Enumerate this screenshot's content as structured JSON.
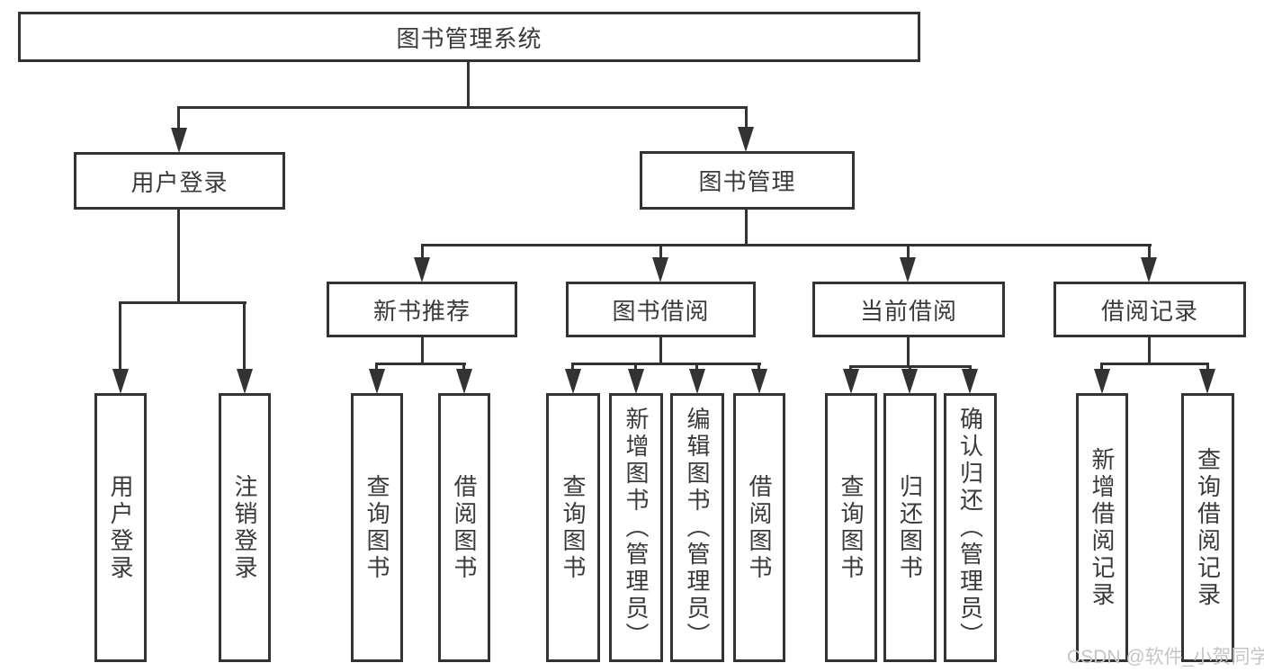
{
  "diagram": {
    "root": {
      "label": "图书管理系统",
      "children": [
        {
          "label": "用户登录",
          "children": [
            {
              "label": "用户登录"
            },
            {
              "label": "注销登录"
            }
          ]
        },
        {
          "label": "图书管理",
          "children": [
            {
              "label": "新书推荐",
              "children": [
                {
                  "label": "查询图书"
                },
                {
                  "label": "借阅图书"
                }
              ]
            },
            {
              "label": "图书借阅",
              "children": [
                {
                  "label": "查询图书"
                },
                {
                  "label": "新增图书（管理员）"
                },
                {
                  "label": "编辑图书（管理员）"
                },
                {
                  "label": "借阅图书"
                }
              ]
            },
            {
              "label": "当前借阅",
              "children": [
                {
                  "label": "查询图书"
                },
                {
                  "label": "归还图书"
                },
                {
                  "label": "确认归还（管理员）"
                }
              ]
            },
            {
              "label": "借阅记录",
              "children": [
                {
                  "label": "新增借阅记录"
                },
                {
                  "label": "查询借阅记录"
                }
              ]
            }
          ]
        }
      ]
    }
  },
  "watermark": {
    "text": "CSDN @软件_小贺同学"
  },
  "colors": {
    "line": "#333333",
    "box_border": "#333333",
    "text": "#3a3a3a",
    "watermark": "#c5c5c5",
    "background": "#ffffff"
  }
}
